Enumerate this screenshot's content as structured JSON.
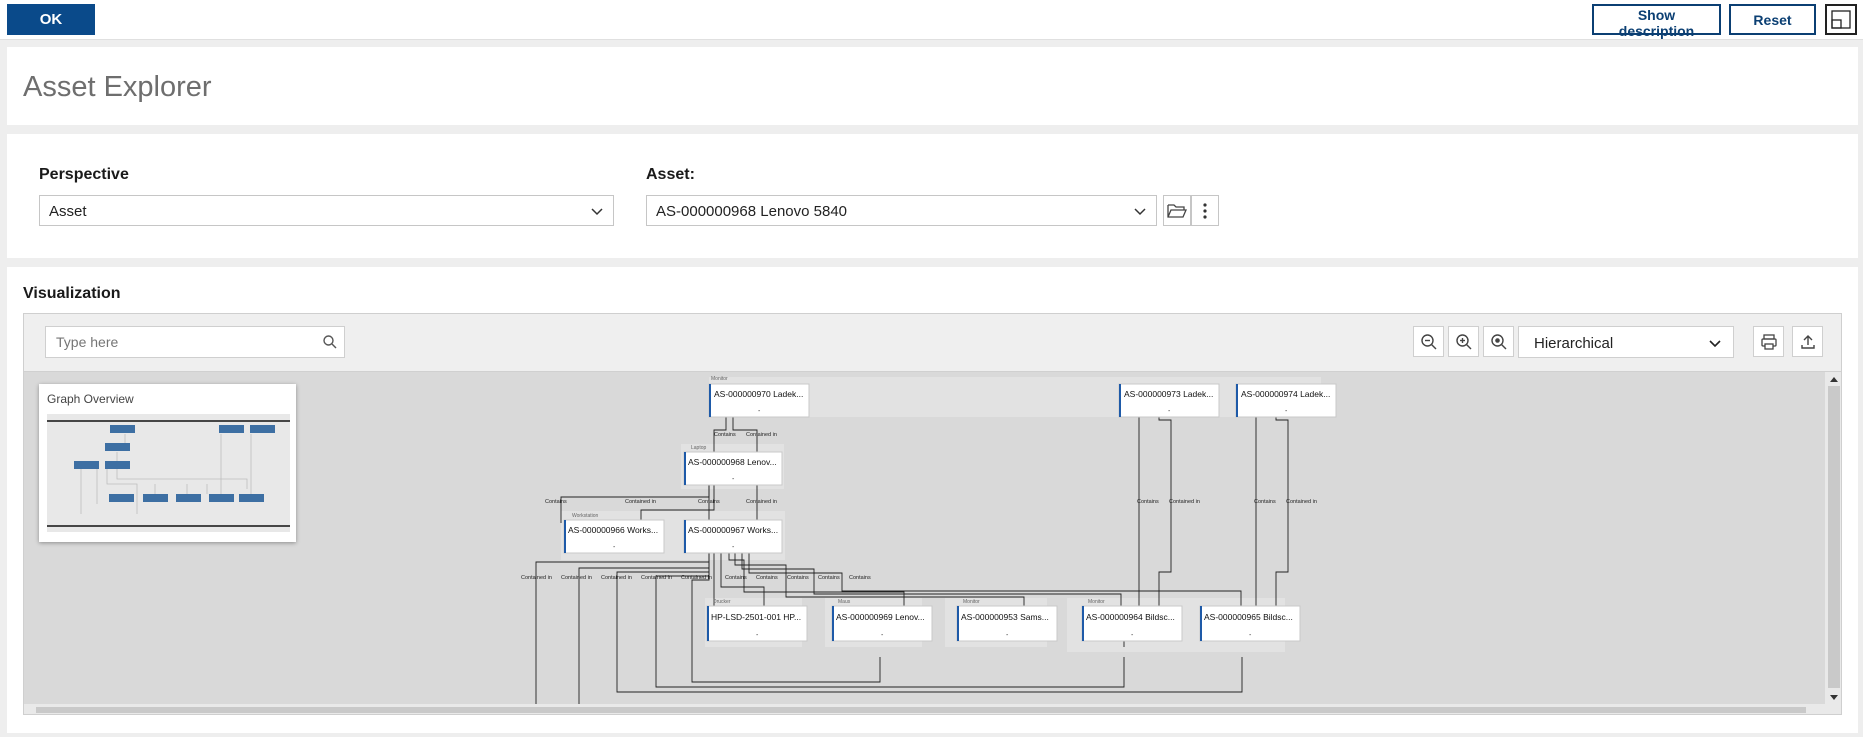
{
  "toolbar": {
    "ok_label": "OK",
    "show_description_label": "Show description",
    "reset_label": "Reset"
  },
  "page": {
    "title": "Asset Explorer"
  },
  "filters": {
    "perspective_label": "Perspective",
    "perspective_value": "Asset",
    "asset_label": "Asset:",
    "asset_value": "AS-000000968 Lenovo 5840"
  },
  "visualization": {
    "label": "Visualization",
    "search_placeholder": "Type here",
    "layout_value": "Hierarchical",
    "overview_title": "Graph Overview"
  },
  "graph": {
    "nodes": [
      {
        "id": "n970",
        "label": "AS-000000970 Ladek...",
        "group": "Monitor"
      },
      {
        "id": "n973",
        "label": "AS-000000973 Ladek...",
        "group": ""
      },
      {
        "id": "n974",
        "label": "AS-000000974 Ladek...",
        "group": ""
      },
      {
        "id": "n968",
        "label": "AS-000000968 Lenov...",
        "group": "Laptop"
      },
      {
        "id": "n966",
        "label": "AS-000000966 Works...",
        "group": "Workstation"
      },
      {
        "id": "n967",
        "label": "AS-000000967 Works...",
        "group": ""
      },
      {
        "id": "nhp",
        "label": "HP-LSD-2501-001 HP...",
        "group": "Drucker"
      },
      {
        "id": "n969",
        "label": "AS-000000969 Lenov...",
        "group": "Maus"
      },
      {
        "id": "n953",
        "label": "AS-000000953 Sams...",
        "group": "Monitor"
      },
      {
        "id": "n964",
        "label": "AS-000000964 Bildsc...",
        "group": "Monitor"
      },
      {
        "id": "n965",
        "label": "AS-000000965 Bildsc...",
        "group": ""
      }
    ],
    "node_value": "-",
    "edge_labels": {
      "contains": "Contains",
      "contained_in": "Contained in"
    }
  }
}
